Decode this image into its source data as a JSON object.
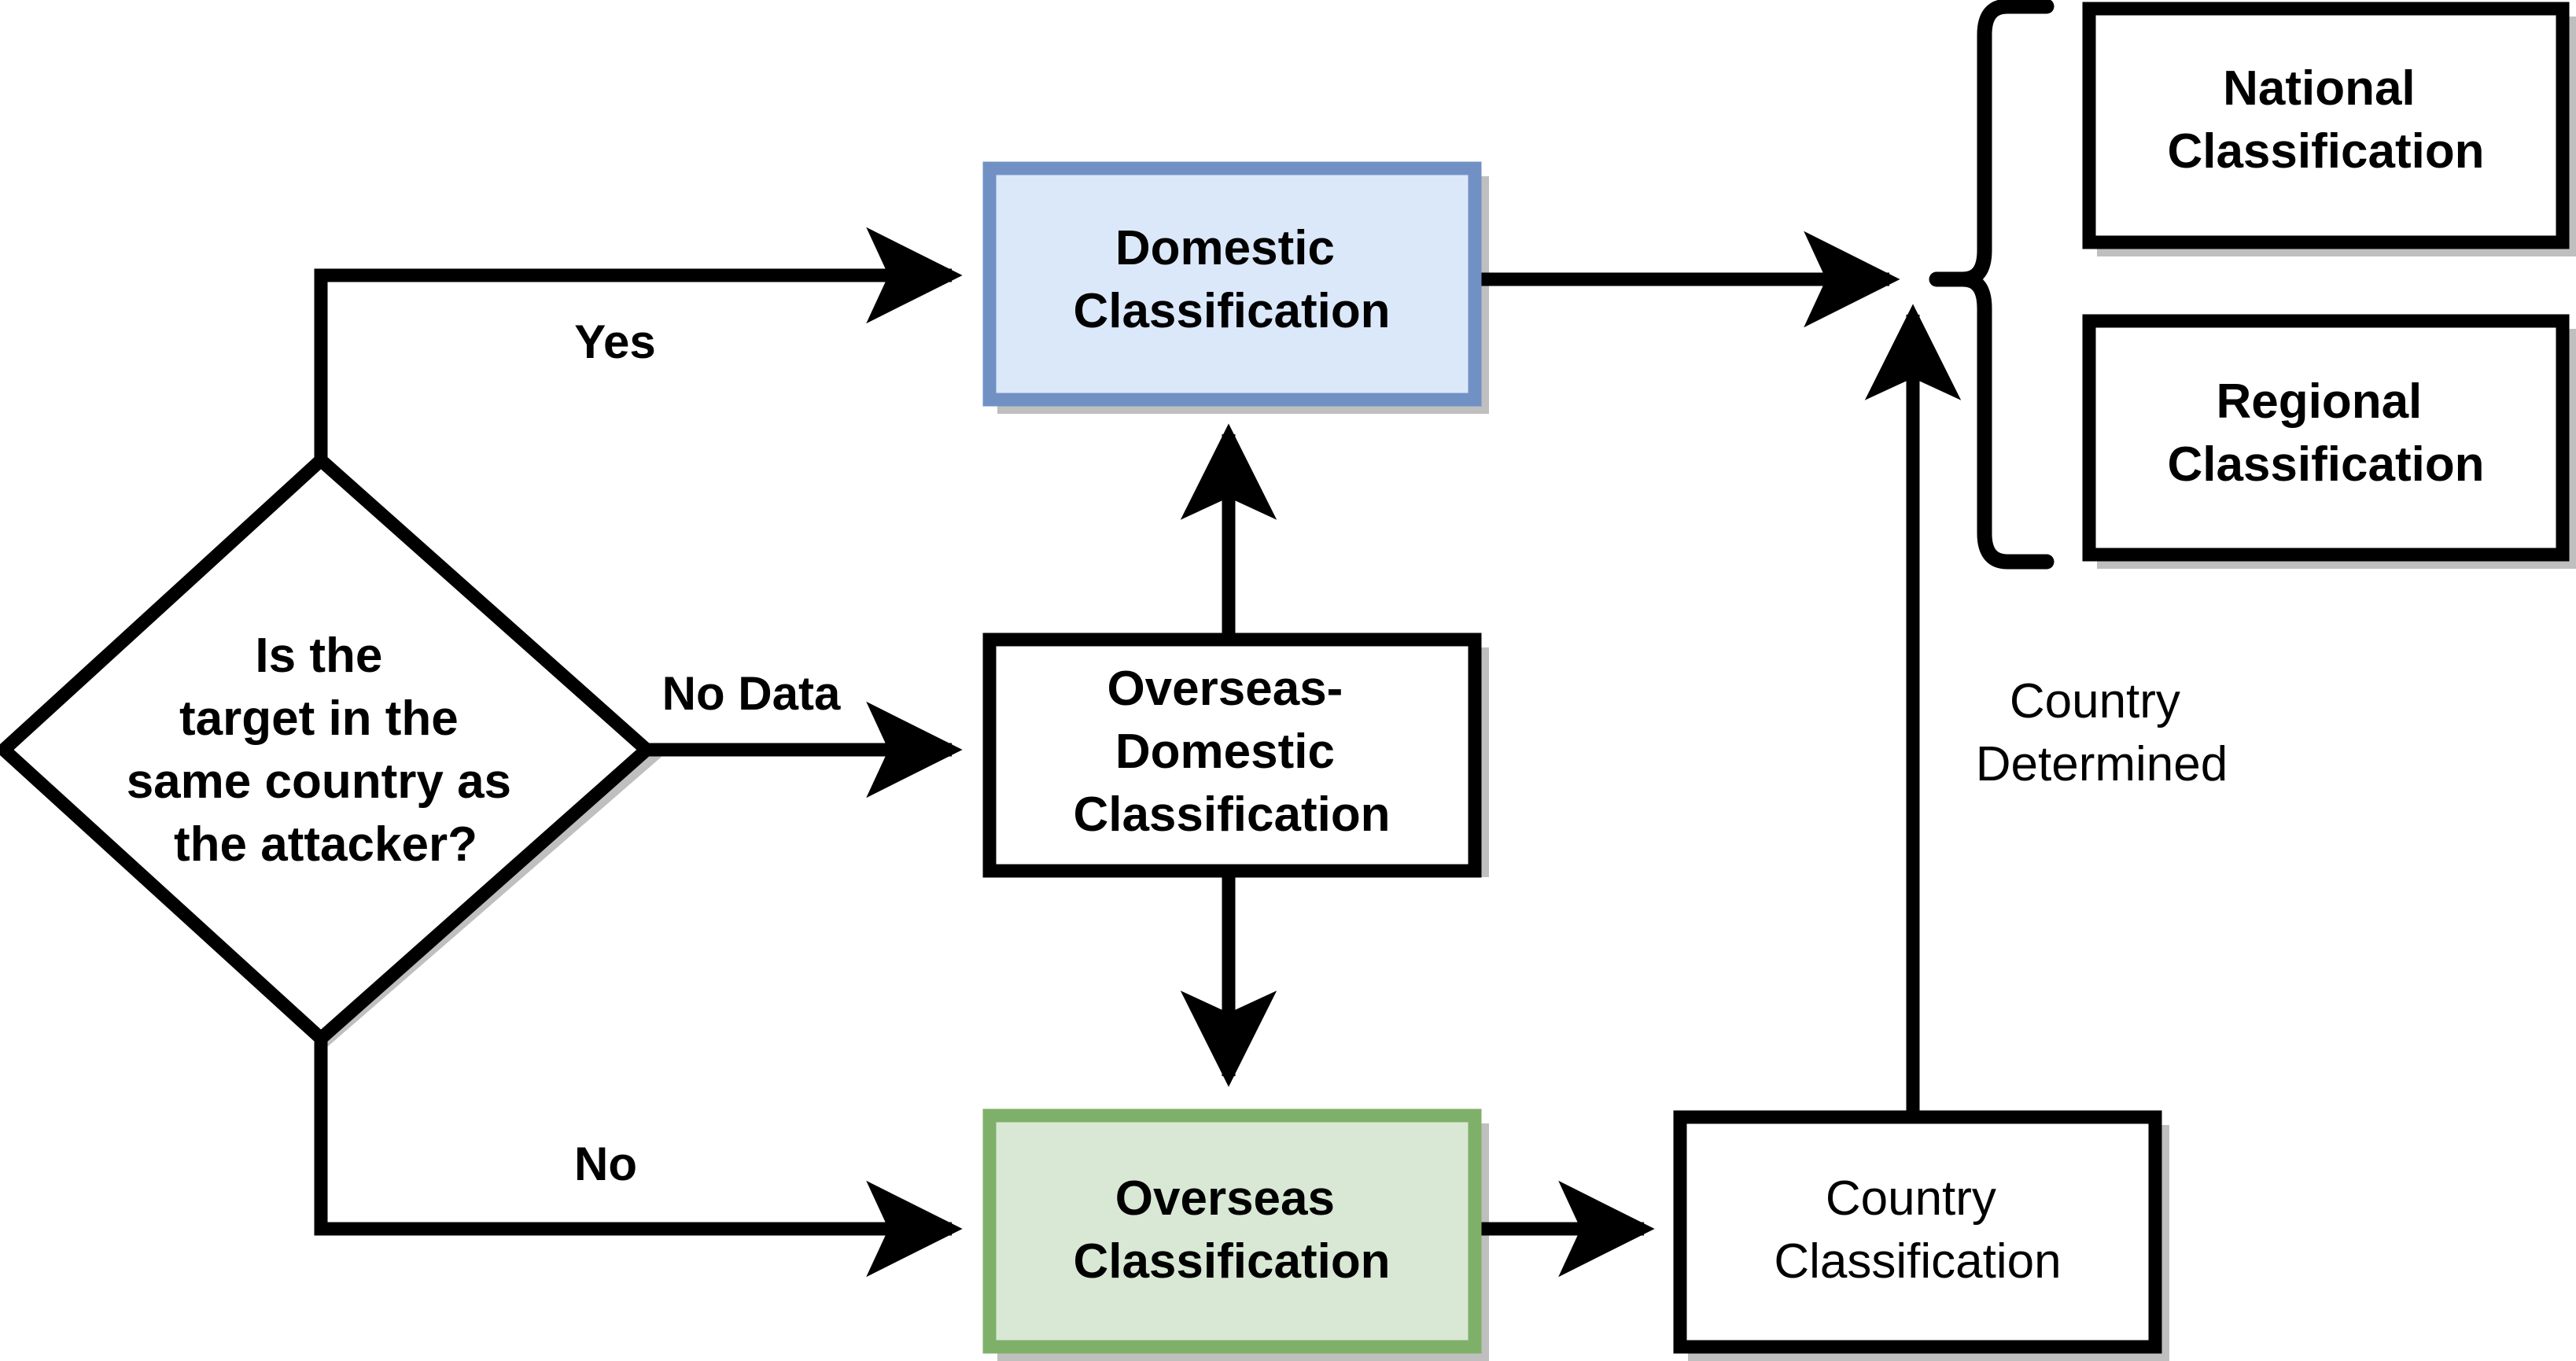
{
  "diagram": {
    "type": "flowchart",
    "title": "",
    "background": "#ffffff",
    "colors": {
      "line": "#000000",
      "text": "#000000",
      "shadow": "#b9b9b9",
      "domestic_fill": "#dbe8fa",
      "domestic_stroke": "#7191c4",
      "overseas_fill": "#d8e8d4",
      "overseas_stroke": "#7fb069",
      "plain_fill": "#ffffff",
      "plain_stroke": "#000000"
    },
    "nodes": {
      "decision": {
        "shape": "diamond",
        "lines": [
          "Is the",
          "target in the",
          "same country as",
          "the attacker?"
        ],
        "bold": true
      },
      "domestic": {
        "shape": "rect",
        "lines": [
          "Domestic",
          "Classification"
        ],
        "fill": "#dbe8fa",
        "stroke": "#7191c4",
        "bold": true
      },
      "overseas_domestic": {
        "shape": "rect",
        "lines": [
          "Overseas-",
          "Domestic",
          "Classification"
        ],
        "fill": "#ffffff",
        "stroke": "#000000",
        "bold": true
      },
      "overseas": {
        "shape": "rect",
        "lines": [
          "Overseas",
          "Classification"
        ],
        "fill": "#d8e8d4",
        "stroke": "#7fb069",
        "bold": true
      },
      "country": {
        "shape": "rect",
        "lines": [
          "Country",
          "Classification"
        ],
        "fill": "#ffffff",
        "stroke": "#000000",
        "bold": false
      },
      "national": {
        "shape": "rect",
        "lines": [
          "National",
          "Classification"
        ],
        "fill": "#ffffff",
        "stroke": "#000000",
        "bold": true
      },
      "regional": {
        "shape": "rect",
        "lines": [
          "Regional",
          "Classification"
        ],
        "fill": "#ffffff",
        "stroke": "#000000",
        "bold": true
      }
    },
    "edge_labels": {
      "yes": "Yes",
      "no_data": "No Data",
      "no": "No",
      "country_determined": [
        "Country",
        "Determined"
      ]
    }
  }
}
